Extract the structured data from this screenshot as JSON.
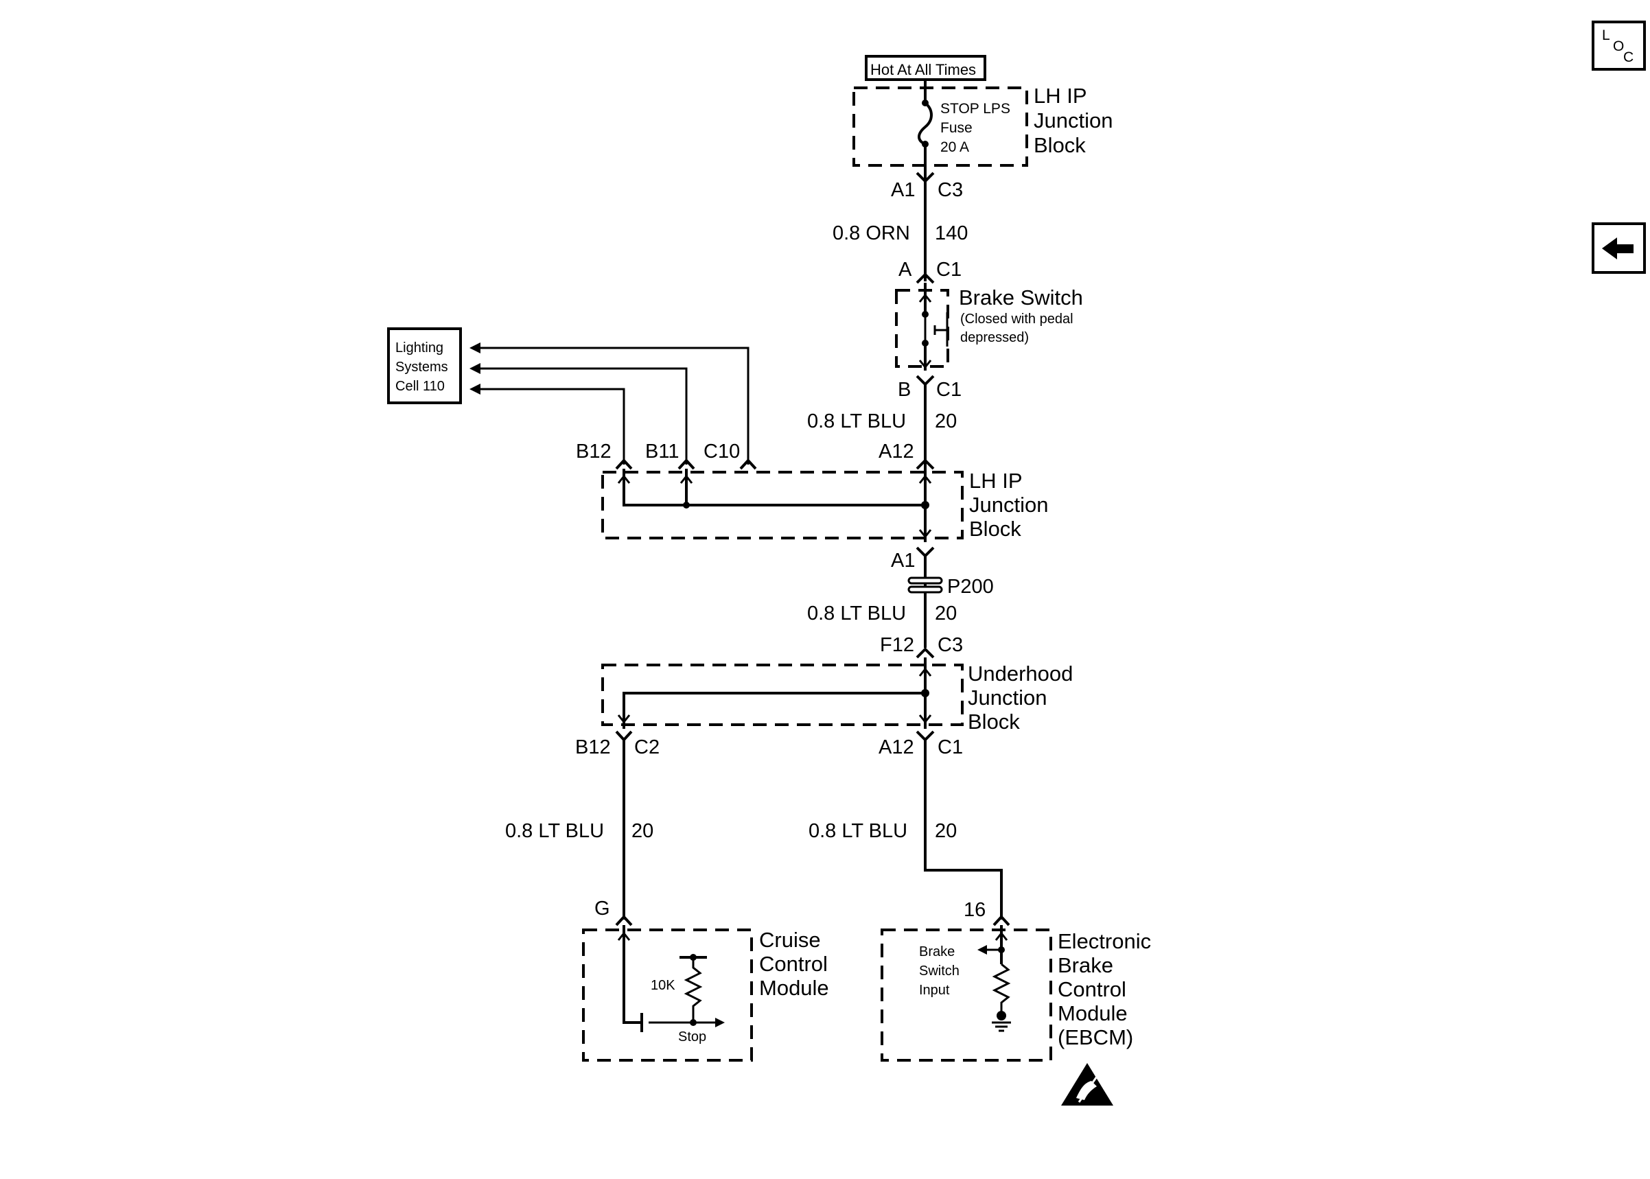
{
  "nav": {
    "loc_l": "L",
    "loc_o": "O",
    "loc_c": "C"
  },
  "top": {
    "hot_label": "Hot At All Times",
    "fuse_name": "STOP LPS",
    "fuse_word": "Fuse",
    "fuse_rating": "20 A",
    "jb_line1": "LH IP",
    "jb_line2": "Junction",
    "jb_line3": "Block",
    "pin_a1": "A1",
    "conn_c3": "C3",
    "wire_color": "0.8 ORN",
    "wire_circuit": "140",
    "pin_a": "A",
    "conn_c1": "C1"
  },
  "brake_switch": {
    "title": "Brake Switch",
    "note1": "(Closed with pedal",
    "note2": "depressed)",
    "pin_b": "B",
    "conn_c1": "C1",
    "wire_color": "0.8 LT BLU",
    "wire_circuit": "20"
  },
  "lighting": {
    "line1": "Lighting",
    "line2": "Systems",
    "line3": "Cell 110"
  },
  "lh_ip_jb": {
    "pin_b12": "B12",
    "pin_b11": "B11",
    "pin_c10": "C10",
    "pin_a12": "A12",
    "line1": "LH IP",
    "line2": "Junction",
    "line3": "Block",
    "pin_a1": "A1",
    "splice": "P200",
    "wire_color": "0.8 LT BLU",
    "wire_circuit": "20",
    "pin_f12": "F12",
    "conn_c3": "C3"
  },
  "underhood_jb": {
    "line1": "Underhood",
    "line2": "Junction",
    "line3": "Block",
    "pin_b12": "B12",
    "conn_c2": "C2",
    "pin_a12": "A12",
    "conn_c1": "C1"
  },
  "left_branch": {
    "wire_color": "0.8 LT BLU",
    "wire_circuit": "20",
    "pin_g": "G"
  },
  "right_branch": {
    "wire_color": "0.8 LT BLU",
    "wire_circuit": "20",
    "pin_16": "16"
  },
  "cruise": {
    "line1": "Cruise",
    "line2": "Control",
    "line3": "Module",
    "resistor": "10K",
    "stop": "Stop"
  },
  "ebcm": {
    "line1": "Electronic",
    "line2": "Brake",
    "line3": "Control",
    "line4": "Module",
    "line5": "(EBCM)",
    "input1": "Brake",
    "input2": "Switch",
    "input3": "Input"
  }
}
